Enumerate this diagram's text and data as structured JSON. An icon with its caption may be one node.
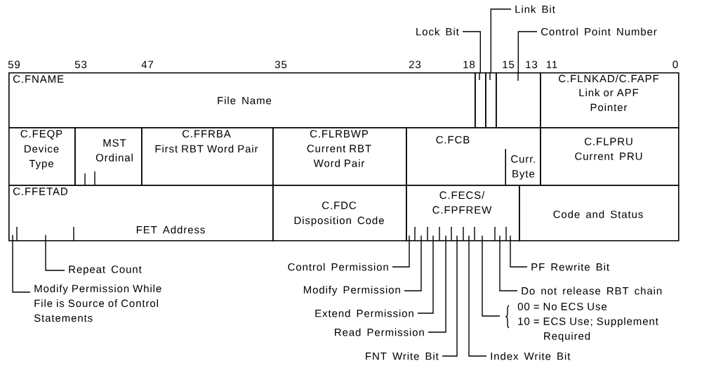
{
  "diagram": {
    "nodes": [
      {
        "text": [
          "C.FNAME",
          "File Name"
        ]
      },
      {
        "text": [],
        "shape": "box"
      },
      {
        "text": [],
        "shape": "box"
      },
      {
        "text": [],
        "shape": "box"
      },
      {
        "text": [
          "C.FLNKAD/C.FAPF",
          "Link or APF Pointer"
        ]
      },
      {
        "text": [
          "C.FEQP",
          "Device Type"
        ]
      },
      {
        "text": [
          "MST Ordinal"
        ]
      },
      {
        "text": [
          "C.FFRBA",
          "First RBT Word Pair"
        ]
      },
      {
        "text": [
          "C.FLRBWP",
          "Current RBT Word Pair"
        ]
      },
      {
        "text": [
          "C.FCB"
        ]
      },
      {
        "text": [
          "Curr. Byte"
        ],
        "in": 9
      },
      {
        "text": [
          "C.FLPRU",
          "Current PRU"
        ]
      },
      {
        "text": [
          "C.FFETAD",
          "FET Address"
        ]
      },
      {
        "text": [
          "C.FDC",
          "Disposition Code"
        ]
      },
      {
        "text": [
          "C.FECS/ C.FPFREW"
        ]
      },
      {
        "text": [
          "Code and Status"
        ]
      },
      {
        "text": [
          "Lock Bit"
        ]
      },
      {
        "text": [
          "Link Bit"
        ]
      },
      {
        "text": [
          "Control Point Number"
        ]
      },
      {
        "text": [
          "Repeat Count"
        ]
      },
      {
        "text": [
          "Modify Permission While File is Source of Control Statements"
        ]
      },
      {
        "text": [
          "Control Permission"
        ]
      },
      {
        "text": [
          "Modify Permission"
        ]
      },
      {
        "text": [
          "Extend Permission"
        ]
      },
      {
        "text": [
          "Read Permission"
        ]
      },
      {
        "text": [
          "FNT Write Bit"
        ]
      },
      {
        "text": [
          "Index Write Bit"
        ]
      },
      {
        "text": [
          "00 = No ECS Use",
          "10 = ECS Use; Supplement Required"
        ]
      },
      {
        "text": [
          "Do not release RBT chain"
        ]
      },
      {
        "text": [
          "PF Rewrite Bit"
        ]
      }
    ],
    "edges": [
      {
        "from": 16,
        "to": 1,
        "arrow": "none"
      },
      {
        "from": 17,
        "to": 2,
        "arrow": "none"
      },
      {
        "from": 18,
        "to": 3,
        "arrow": "none"
      },
      {
        "from": 19,
        "to": 12,
        "arrow": "none"
      },
      {
        "from": 20,
        "to": 12,
        "arrow": "none"
      },
      {
        "from": 21,
        "to": 14,
        "arrow": "none"
      },
      {
        "from": 22,
        "to": 14,
        "arrow": "none"
      },
      {
        "from": 23,
        "to": 14,
        "arrow": "none"
      },
      {
        "from": 24,
        "to": 14,
        "arrow": "none"
      },
      {
        "from": 25,
        "to": 14,
        "arrow": "none"
      },
      {
        "from": 26,
        "to": 14,
        "arrow": "none"
      },
      {
        "from": 27,
        "to": 14,
        "arrow": "none"
      },
      {
        "from": 28,
        "to": 14,
        "arrow": "none"
      },
      {
        "from": 29,
        "to": 14,
        "arrow": "none"
      }
    ],
    "labels": [
      "59",
      "53",
      "47",
      "35",
      "23",
      "18",
      "15",
      "13",
      "11",
      "0"
    ]
  }
}
